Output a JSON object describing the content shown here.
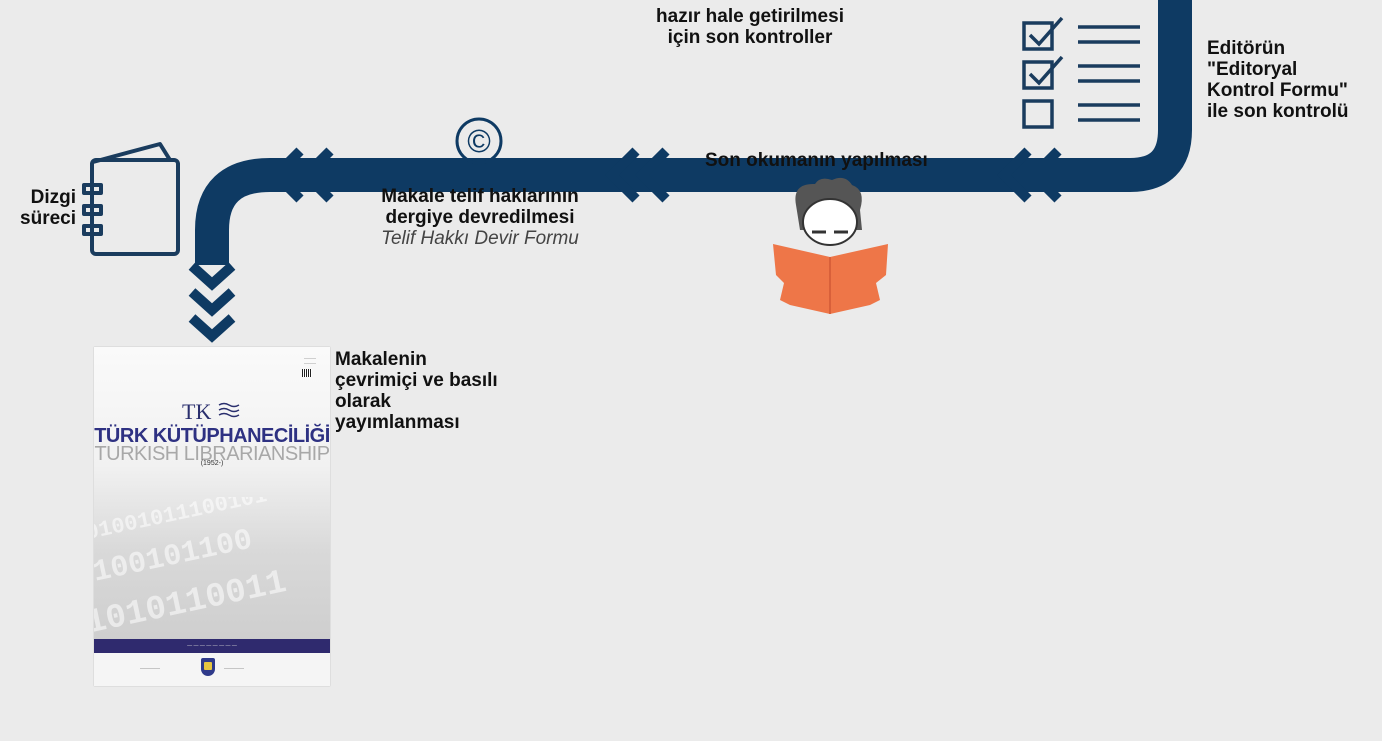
{
  "steps": {
    "top_center": {
      "lines": [
        "hazır hale getirilmesi",
        "için son kontroller"
      ]
    },
    "editor_check": {
      "lines": [
        "Editörün",
        "\"Editoryal",
        "Kontrol Formu\"",
        "ile son kontrolü"
      ]
    },
    "proofreading": {
      "label": "Son okumanın yapılması"
    },
    "copyright": {
      "lines": [
        "Makale telif haklarının",
        "dergiye devredilmesi"
      ],
      "form_name": "Telif Hakkı Devir Formu",
      "symbol": "©"
    },
    "typesetting": {
      "lines": [
        "Dizgi",
        "süreci"
      ]
    },
    "publication": {
      "lines": [
        "Makalenin",
        "çevrimiçi ve basılı",
        "olarak",
        "yayımlanması"
      ]
    }
  },
  "cover": {
    "logo_text": "TK",
    "title": "TÜRK KÜTÜPHANECİLİĞİ",
    "subtitle": "TURKISH LIBRARIANSHIP",
    "year": "(1952-)"
  },
  "icons": [
    "checklist-icon",
    "copyright-icon",
    "reader-icon",
    "notebook-icon",
    "journal-cover-image"
  ],
  "colors": {
    "flow_path": "#0e3a63",
    "reader": "#ee7648",
    "icon_stroke": "#1a3c5e",
    "background": "#ebebeb"
  }
}
